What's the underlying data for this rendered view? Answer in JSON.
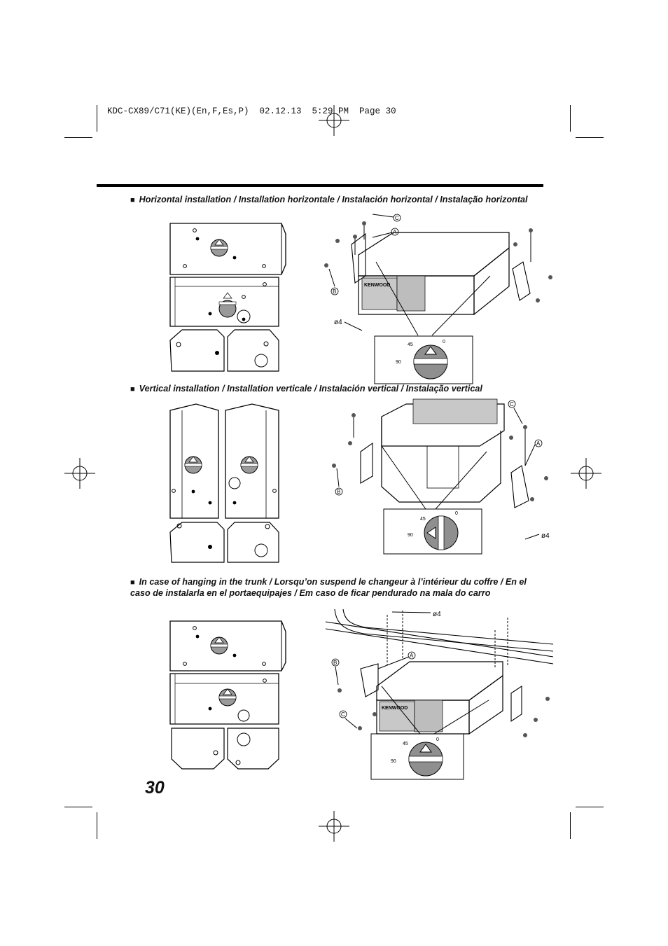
{
  "header": {
    "print_slug": "KDC-CX89/C71(KE)(En,F,Es,P)  02.12.13  5:29 PM  Page 30"
  },
  "sections": [
    {
      "title": "Horizontal installation / Installation horizontale / Instalación horizontal / Instalação horizontal",
      "brand": "KENWOOD",
      "labels": [
        "A",
        "B",
        "C"
      ],
      "hole_label": "ø4",
      "dial_angles": [
        "0",
        "45",
        "90"
      ]
    },
    {
      "title": "Vertical installation / Installation verticale / Instalación vertical / Instalação vertical",
      "labels": [
        "A",
        "B",
        "C"
      ],
      "hole_label": "ø4",
      "dial_angles": [
        "0",
        "45",
        "90"
      ]
    },
    {
      "title": "In case of hanging in the trunk / Lorsqu’on suspend le changeur à l’intérieur du coffre / En el caso de instalarla en el portaequipajes / Em caso de ficar pendurado na mala do carro",
      "brand": "KENWOOD",
      "labels": [
        "A",
        "B",
        "C"
      ],
      "hole_label": "ø4",
      "dial_angles": [
        "0",
        "45",
        "90"
      ]
    }
  ],
  "page_number": "30"
}
